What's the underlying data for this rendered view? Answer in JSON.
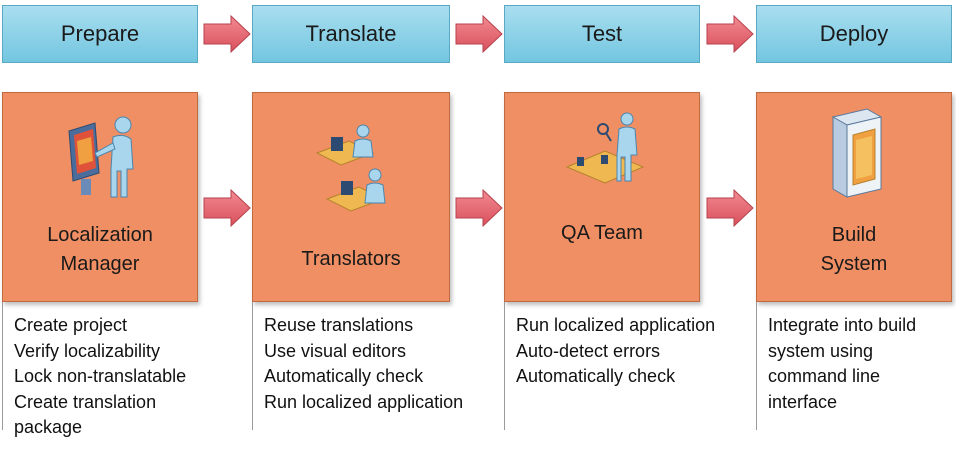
{
  "stages": [
    {
      "label": "Prepare"
    },
    {
      "label": "Translate"
    },
    {
      "label": "Test"
    },
    {
      "label": "Deploy"
    }
  ],
  "actors": [
    {
      "label": "Localization\nManager",
      "icon": "manager-at-screen-icon"
    },
    {
      "label": "Translators",
      "icon": "translators-at-desks-icon"
    },
    {
      "label": "QA Team",
      "icon": "qa-team-icon"
    },
    {
      "label": "Build\nSystem",
      "icon": "server-icon"
    }
  ],
  "tasks": [
    [
      "Create project",
      "Verify localizability",
      "Lock non-translatable",
      "Create translation",
      "package"
    ],
    [
      "Reuse translations",
      "Use visual editors",
      "Automatically check",
      "Run localized application"
    ],
    [
      "Run localized application",
      "Auto-detect errors",
      "Automatically check"
    ],
    [
      "Integrate into build",
      "system using",
      "command line",
      "interface"
    ]
  ],
  "colors": {
    "stage_fill": "#8fd3ea",
    "actor_fill": "#ef8f63",
    "arrow_fill": "#e8707a"
  }
}
